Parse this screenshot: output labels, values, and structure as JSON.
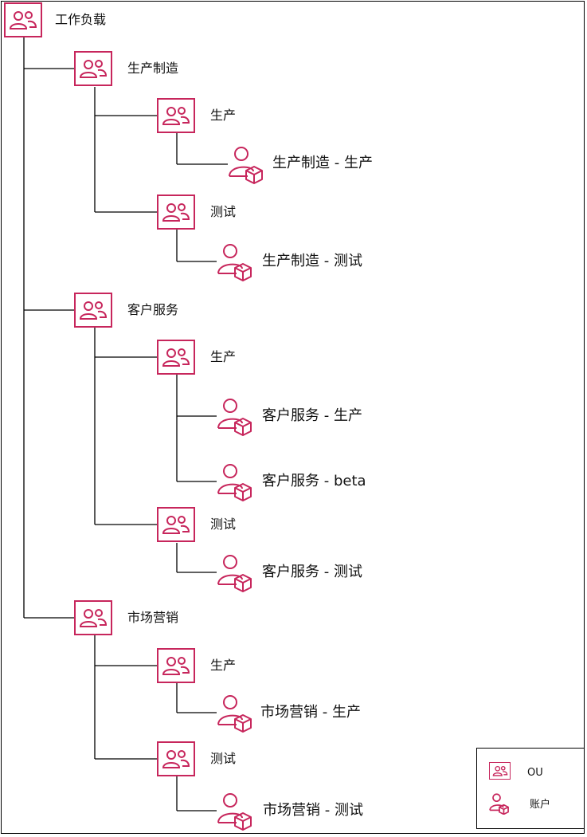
{
  "colors": {
    "accent": "#c7265c",
    "line": "#000000"
  },
  "icons": {
    "ou": "users-group-icon",
    "account": "user-cube-icon"
  },
  "tree": {
    "root": {
      "label": "工作负载"
    },
    "groups": [
      {
        "label": "生产制造",
        "envs": [
          {
            "label": "生产",
            "accounts": [
              "生产制造 - 生产"
            ]
          },
          {
            "label": "测试",
            "accounts": [
              "生产制造 - 测试"
            ]
          }
        ]
      },
      {
        "label": "客户服务",
        "envs": [
          {
            "label": "生产",
            "accounts": [
              "客户服务 - 生产",
              "客户服务 - beta"
            ]
          },
          {
            "label": "测试",
            "accounts": [
              "客户服务 - 测试"
            ]
          }
        ]
      },
      {
        "label": "市场营销",
        "envs": [
          {
            "label": "生产",
            "accounts": [
              "市场营销 - 生产"
            ]
          },
          {
            "label": "测试",
            "accounts": [
              "市场营销 - 测试"
            ]
          }
        ]
      }
    ]
  },
  "legend": {
    "ou_label": "OU",
    "account_label": "账户"
  }
}
